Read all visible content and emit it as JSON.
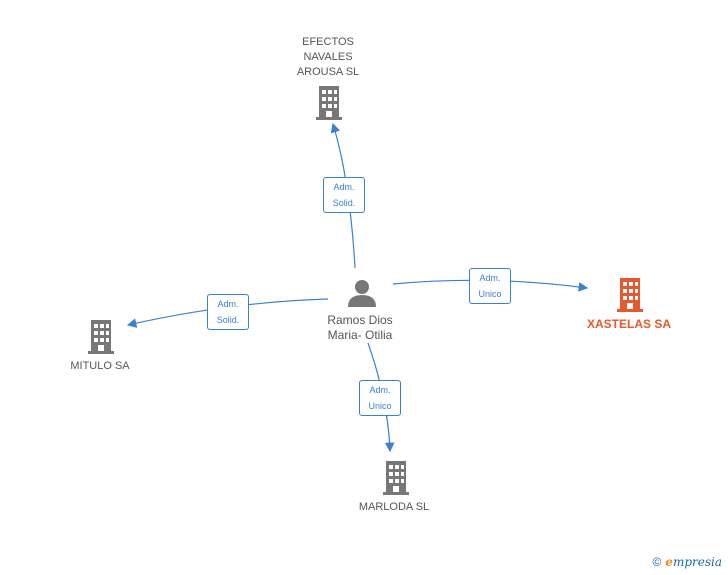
{
  "center": {
    "name": "Ramos Dios\nMaria- Otilia"
  },
  "companies": {
    "efectos": {
      "name": "EFECTOS\nNAVALES\nAROUSA  SL"
    },
    "xastelas": {
      "name": "XASTELAS SA"
    },
    "mitulo": {
      "name": "MITULO SA"
    },
    "marloda": {
      "name": "MARLODA  SL"
    }
  },
  "edges": {
    "efectos": "Adm.\nSolid.",
    "xastelas": "Adm.\nUnico",
    "mitulo": "Adm.\nSolid.",
    "marloda": "Adm.\nUnico"
  },
  "footer": {
    "copyright": "©",
    "brand_first": "e",
    "brand_rest": "mpresia"
  },
  "colors": {
    "edge": "#3b7fd1",
    "building": "#777777",
    "highlight": "#e8572d"
  }
}
